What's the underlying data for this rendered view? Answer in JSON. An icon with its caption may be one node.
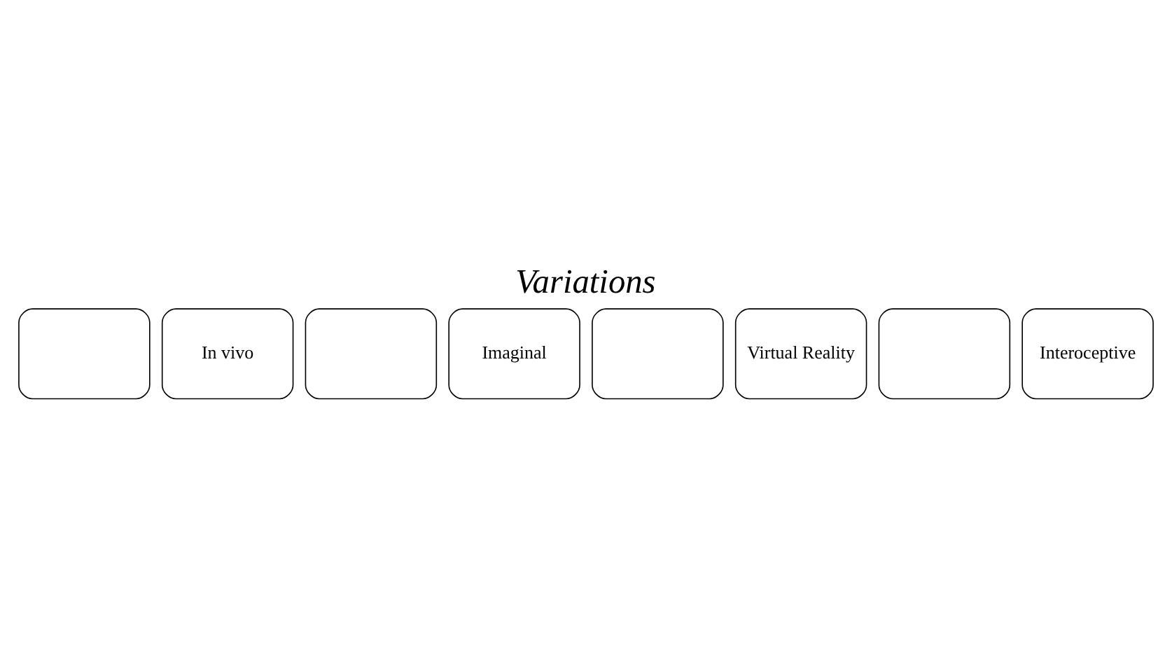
{
  "diagram": {
    "title": "Variations",
    "nodes": [
      {
        "text": [],
        "shape": "box"
      },
      {
        "text": [
          "In vivo"
        ]
      },
      {
        "text": [],
        "shape": "box"
      },
      {
        "text": [
          "Imaginal"
        ]
      },
      {
        "text": [],
        "shape": "box"
      },
      {
        "text": [
          "Virtual Reality"
        ]
      },
      {
        "text": [],
        "shape": "box"
      },
      {
        "text": [
          "Interoceptive"
        ]
      }
    ],
    "edges": []
  }
}
